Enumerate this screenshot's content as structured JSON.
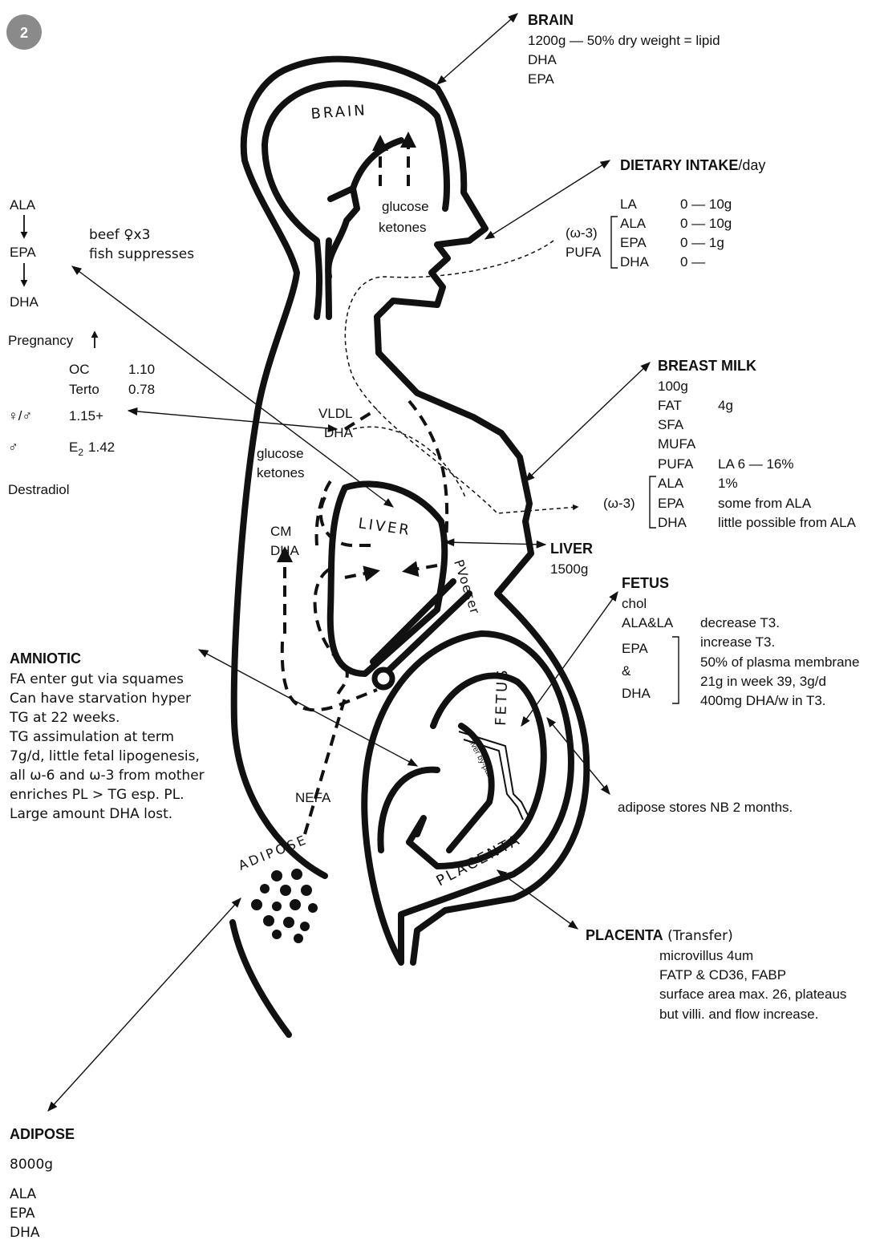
{
  "badge": "2",
  "brain": {
    "heading": "BRAIN",
    "lines": [
      "1200g — 50% dry weight = lipid",
      "DHA",
      "EPA"
    ],
    "organ_label": "BRAIN"
  },
  "brain_fuel": [
    "glucose",
    "ketones"
  ],
  "dietary": {
    "heading_bold": "DIETARY INTAKE",
    "heading_rest": "/day",
    "la": {
      "name": "LA",
      "value": "0 — 10g"
    },
    "group_top": "(ω-3)",
    "group_bottom": "PUFA",
    "rows": [
      {
        "name": "ALA",
        "value": "0 — 10g"
      },
      {
        "name": "EPA",
        "value": "0 — 1g"
      },
      {
        "name": "DHA",
        "value": "0 —"
      }
    ]
  },
  "left_chain": [
    "ALA",
    "EPA",
    "DHA"
  ],
  "beef_note": [
    "beef ♀x3",
    "fish suppresses"
  ],
  "pregnancy": {
    "label": "Pregnancy",
    "rows": [
      {
        "name": "OC",
        "value": "1.10"
      },
      {
        "name": "Terto",
        "value": "0.78"
      }
    ],
    "ratio_label": "♀/♂",
    "ratio_value": "1.15+",
    "male_label": "♂",
    "e2_label": "E",
    "e2_sub": "2",
    "e2_value": "1.42",
    "footer": "Destradiol"
  },
  "breast_milk": {
    "heading": "BREAST MILK",
    "lines": [
      "100g"
    ],
    "rows": [
      {
        "name": "FAT",
        "value": "4g"
      },
      {
        "name": "SFA",
        "value": ""
      },
      {
        "name": "MUFA",
        "value": ""
      },
      {
        "name": "PUFA",
        "value": "LA  6 — 16%"
      }
    ],
    "group": "(ω-3)",
    "omega_rows": [
      {
        "name": "ALA",
        "value": "1%"
      },
      {
        "name": "EPA",
        "value": "some from ALA"
      },
      {
        "name": "DHA",
        "value": "little possible from ALA"
      }
    ]
  },
  "vldl": [
    "VLDL",
    "DHA"
  ],
  "liver_fuel": [
    "glucose",
    "ketones"
  ],
  "liver": {
    "organ_label": "LIVER",
    "heading": "LIVER",
    "weight": "1500g"
  },
  "cm": [
    "CM",
    "DHA"
  ],
  "pv": "PVoeser",
  "fetus": {
    "heading": "FETUS",
    "chol": "chol",
    "ala_la": "ALA&LA",
    "ala_la_note": "decrease T3.",
    "group": [
      "EPA",
      "&",
      "DHA"
    ],
    "notes": [
      "increase T3.",
      "50% of plasma membrane",
      "21g in week 39, 3g/d",
      "400mg DHA/w in T3."
    ],
    "organ_label": "FETUS",
    "bypass": "liver by-pass",
    "adipose_note": "adipose stores NB 2 months."
  },
  "amniotic": {
    "heading": "AMNIOTIC",
    "lines": [
      "FA enter gut via squames",
      "Can have starvation hyper",
      "TG at 22 weeks.",
      "TG assimulation at term",
      "7g/d, little fetal lipogenesis,",
      "all ω-6 and ω-3 from mother",
      "enriches PL > TG esp. PL.",
      "Large amount DHA lost."
    ]
  },
  "nefa": "NEFA",
  "adipose": {
    "organ_label": "ADIPOSE",
    "heading": "ADIPOSE",
    "weight": "8000g",
    "lines": [
      "ALA",
      "EPA",
      "DHA"
    ]
  },
  "placenta": {
    "organ_label": "PLACENTA",
    "heading_bold": "PLACENTA",
    "heading_rest": " (Transfer)",
    "lines": [
      "microvillus 4um",
      "FATP & CD36, FABP",
      "surface area max. 26, plateaus",
      "but villi. and flow increase."
    ]
  },
  "colors": {
    "ink": "#111111",
    "badge": "#8a8a8a"
  }
}
